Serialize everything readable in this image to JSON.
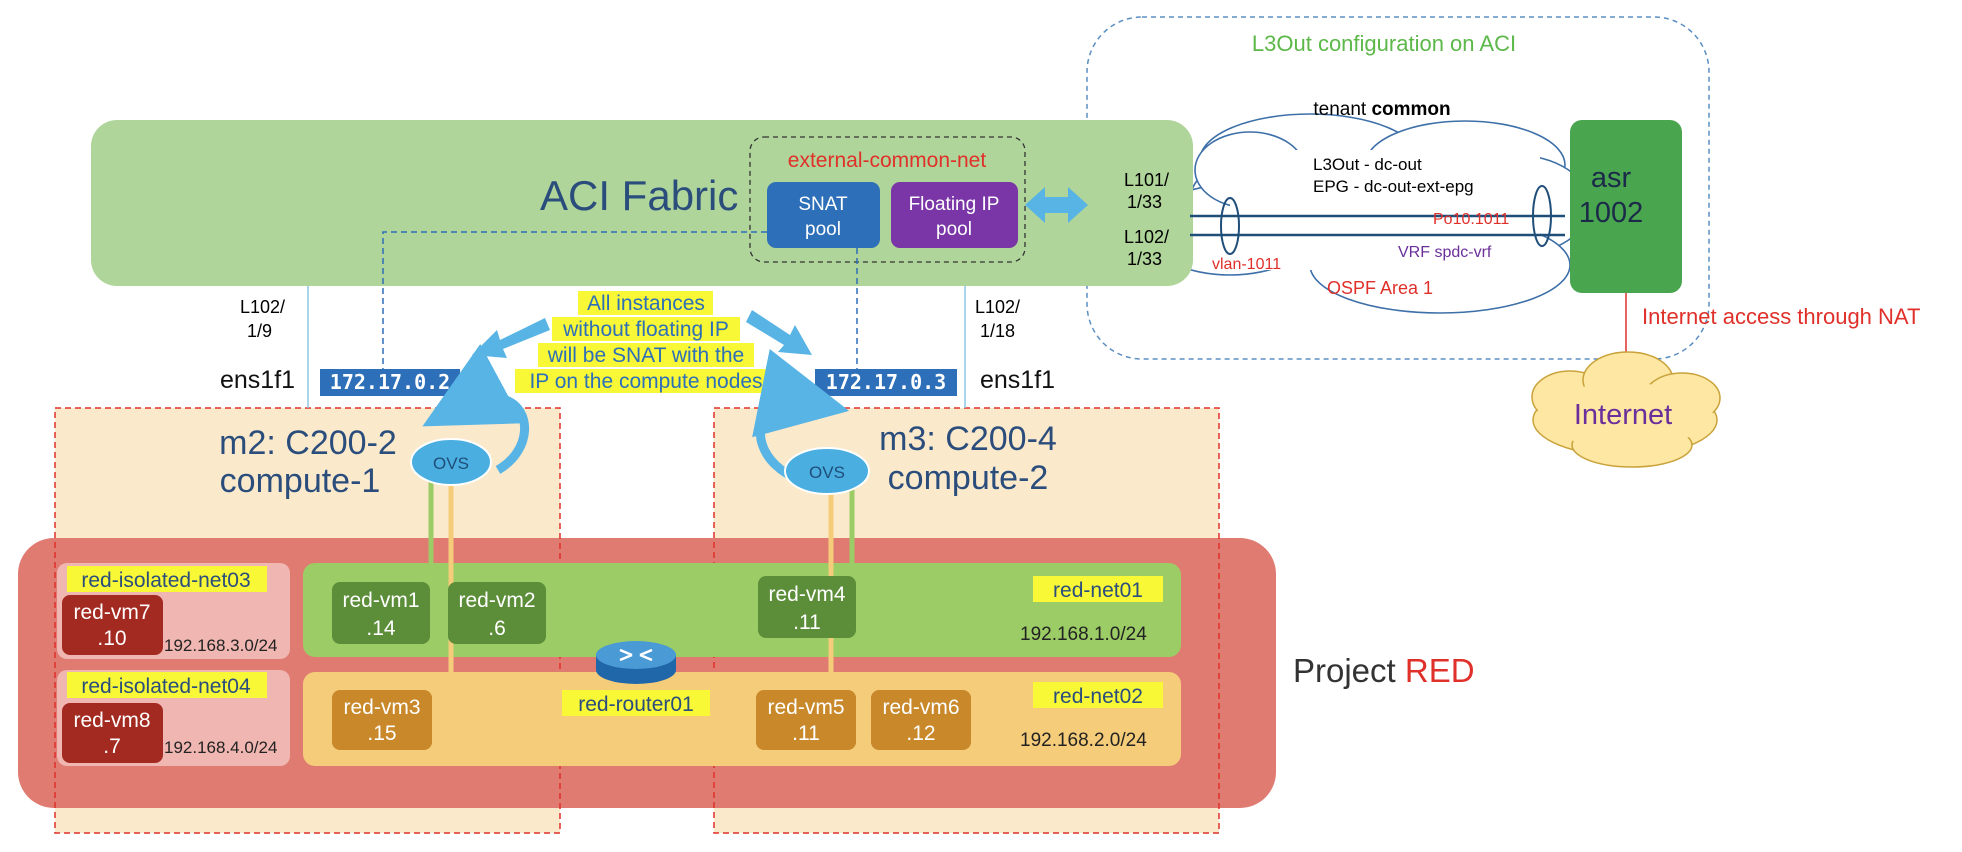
{
  "l3out_title": "L3Out configuration on ACI",
  "tenant": {
    "prefix": "tenant ",
    "name": "common"
  },
  "l3out_name": "L3Out - dc-out",
  "epg_name": "EPG - dc-out-ext-epg",
  "po_label": "Po10.1011",
  "vrf_label": "VRF spdc-vrf",
  "vlan_label": "vlan-1011",
  "ospf_label": "OSPF Area 1",
  "asr": {
    "line1": "asr",
    "line2": "1002"
  },
  "internet_access_label": "Internet access through NAT",
  "internet_label": "Internet",
  "fabric_title": "ACI Fabric",
  "ext_net_label": "external-common-net",
  "snat_pool": {
    "line1": "SNAT",
    "line2": "pool"
  },
  "floating_pool": {
    "line1": "Floating IP",
    "line2": "pool"
  },
  "leaf_ports": {
    "l101_line1": "L101/",
    "l101_line2": "1/33",
    "l102_line1": "L102/",
    "l102_line2": "1/33",
    "left_line1": "L102/",
    "left_line2": "1/9",
    "right_line1": "L102/",
    "right_line2": "1/18"
  },
  "snat_note": {
    "line1": "All instances",
    "line2": "without floating IP",
    "line3": "will be SNAT with the",
    "line4": "IP on the compute nodes"
  },
  "left_node": {
    "iface": "ens1f1",
    "ip": "172.17.0.2",
    "name_line1": "m2: C200-2",
    "name_line2": "compute-1",
    "ovs": "OVS"
  },
  "right_node": {
    "iface": "ens1f1",
    "ip": "172.17.0.3",
    "name_line1": "m3: C200-4",
    "name_line2": "compute-2",
    "ovs": "OVS"
  },
  "project": {
    "prefix": "Project ",
    "name": "RED"
  },
  "isolated_net03": {
    "label": "red-isolated-net03",
    "subnet": "192.168.3.0/24",
    "vm": {
      "name": "red-vm7",
      "ip": ".10"
    }
  },
  "isolated_net04": {
    "label": "red-isolated-net04",
    "subnet": "192.168.4.0/24",
    "vm": {
      "name": "red-vm8",
      "ip": ".7"
    }
  },
  "net01": {
    "label": "red-net01",
    "subnet": "192.168.1.0/24"
  },
  "net02": {
    "label": "red-net02",
    "subnet": "192.168.2.0/24"
  },
  "vms": {
    "vm1": {
      "name": "red-vm1",
      "ip": ".14"
    },
    "vm2": {
      "name": "red-vm2",
      "ip": ".6"
    },
    "vm3": {
      "name": "red-vm3",
      "ip": ".15"
    },
    "vm4": {
      "name": "red-vm4",
      "ip": ".11"
    },
    "vm5": {
      "name": "red-vm5",
      "ip": ".11"
    },
    "vm6": {
      "name": "red-vm6",
      "ip": ".12"
    }
  },
  "router_label": "red-router01",
  "colors": {
    "fabric_green": "#b0d59a",
    "asr_green": "#4aa54f",
    "snat_blue": "#2d6fb8",
    "floating_purple": "#7a35a6",
    "project_red": "#e07b72",
    "compute_beige": "#fbe9cc",
    "net_green": "#9ccc65",
    "net_orange": "#f5cc7a",
    "vm_green": "#5c8e3a",
    "vm_orange": "#c98829",
    "vm_darkred": "#a32a20",
    "highlight_yellow": "#f8f836",
    "accent_red": "#e0302a",
    "arrow_blue": "#58b4e4"
  }
}
